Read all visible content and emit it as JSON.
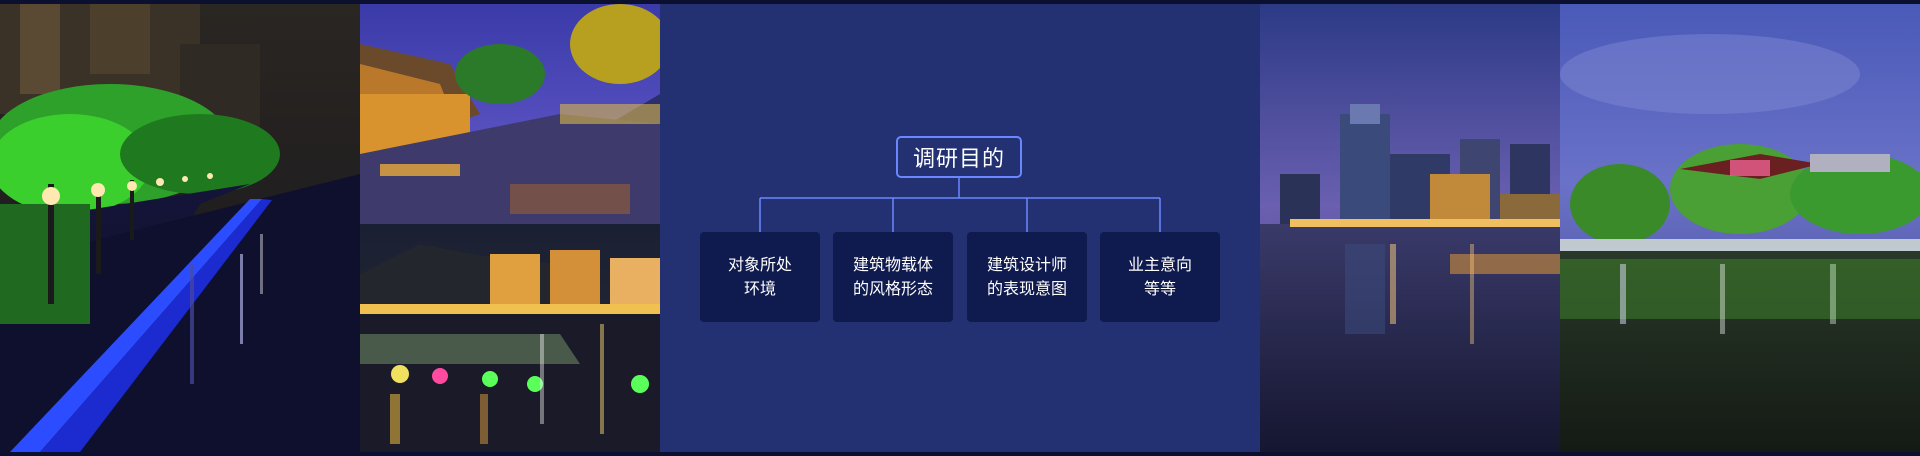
{
  "panel": {
    "title": "调研目的",
    "items": [
      {
        "line1": "对象所处",
        "line2": "环境"
      },
      {
        "line1": "建筑物载体",
        "line2": "的风格形态"
      },
      {
        "line1": "建筑设计师",
        "line2": "的表现意图"
      },
      {
        "line1": "业主意向",
        "line2": "等等"
      }
    ]
  },
  "colors": {
    "panel_bg": "#233173",
    "card_bg": "#0f1a4e",
    "accent_line": "#6a87ff"
  }
}
